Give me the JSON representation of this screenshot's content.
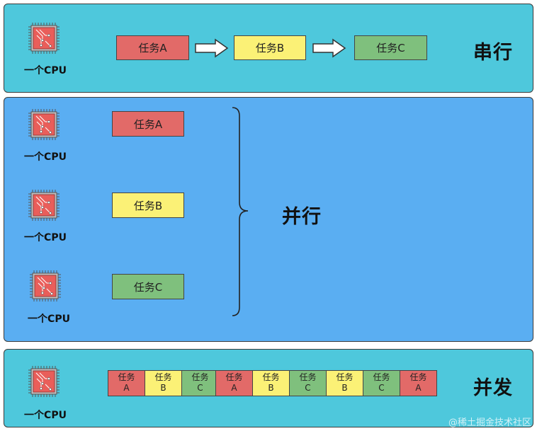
{
  "serial": {
    "title": "串行",
    "cpu_label": "一个CPU",
    "tasks": [
      {
        "label": "任务A",
        "color": "#e26a68"
      },
      {
        "label": "任务B",
        "color": "#fbf176"
      },
      {
        "label": "任务C",
        "color": "#7fc07d"
      }
    ]
  },
  "parallel": {
    "title": "并行",
    "rows": [
      {
        "cpu_label": "一个CPU",
        "task": "任务A",
        "color": "#e26a68"
      },
      {
        "cpu_label": "一个CPU",
        "task": "任务B",
        "color": "#fbf176"
      },
      {
        "cpu_label": "一个CPU",
        "task": "任务C",
        "color": "#7fc07d"
      }
    ]
  },
  "concurrent": {
    "title": "并发",
    "cpu_label": "一个CPU",
    "segments": [
      {
        "top": "任务",
        "bottom": "A",
        "color": "#e26a68"
      },
      {
        "top": "任务",
        "bottom": "B",
        "color": "#fbf176"
      },
      {
        "top": "任务",
        "bottom": "C",
        "color": "#7fc07d"
      },
      {
        "top": "任务",
        "bottom": "A",
        "color": "#e26a68"
      },
      {
        "top": "任务",
        "bottom": "B",
        "color": "#fbf176"
      },
      {
        "top": "任务",
        "bottom": "C",
        "color": "#7fc07d"
      },
      {
        "top": "任务",
        "bottom": "B",
        "color": "#fbf176"
      },
      {
        "top": "任务",
        "bottom": "C",
        "color": "#7fc07d"
      },
      {
        "top": "任务",
        "bottom": "A",
        "color": "#e26a68"
      }
    ]
  },
  "colors": {
    "panel_cyan": "#4ec8dc",
    "panel_blue": "#5aaef2",
    "chip_red": "#e95e5a"
  },
  "watermark": "@稀土掘金技术社区"
}
